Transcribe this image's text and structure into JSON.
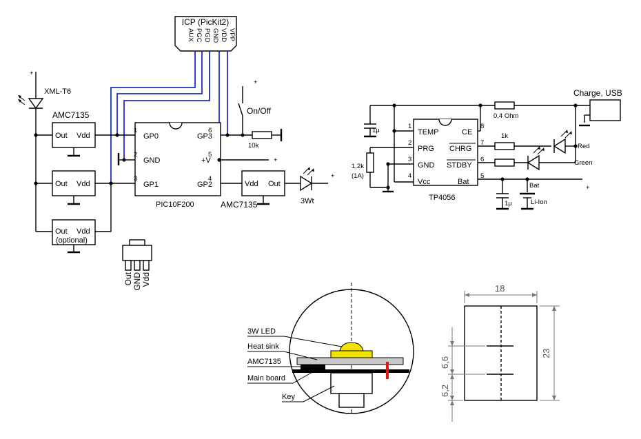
{
  "left_circuit": {
    "icp_label": "ICP (PicKit2)",
    "icp_pins": [
      "AUX",
      "PGC",
      "PGD",
      "GND",
      "VDD",
      "VPP"
    ],
    "led_label": "XML-T6",
    "driver_label": "AMC7135",
    "out": "Out",
    "vdd": "Vdd",
    "optional": "(optional)",
    "mcu_name": "PIC10F200",
    "gp0": "GP0",
    "gnd": "GND",
    "gp1": "GP1",
    "gp3": "GP3",
    "vplus": "+V",
    "gp2": "GP2",
    "pin1": "1",
    "pin2": "2",
    "pin3": "3",
    "pin4": "4",
    "pin5": "5",
    "pin6": "6",
    "switch_label": "On/Off",
    "resistor_label": "10k",
    "driver2_label": "AMC7135",
    "led2_label": "3Wt",
    "plus": "+",
    "package_pins": [
      "Out",
      "GND",
      "Vdd"
    ]
  },
  "right_circuit": {
    "ic_name": "TP4056",
    "temp": "TEMP",
    "prg": "PRG",
    "gnd": "GND",
    "vcc": "Vcc",
    "ce": "CE",
    "chrg": "CHRG",
    "stdby": "STDBY",
    "bat": "Bat",
    "p1": "1",
    "p2": "2",
    "p3": "3",
    "p4": "4",
    "p5": "5",
    "p6": "6",
    "p7": "7",
    "p8": "8",
    "cap1": "1μ",
    "r_prog_1": "1,2k",
    "r_prog_2": "(1A)",
    "r_ohm": "0,4 Ohm",
    "r_1k": "1k",
    "charge_label": "Charge, USB",
    "red": "Red",
    "green": "Green",
    "cap2": "1μ",
    "liion": "Li-Ion",
    "plus": "+"
  },
  "cross_section": {
    "labels": [
      "3W LED",
      "Heat sink",
      "AMC7135",
      "Main board",
      "Key"
    ],
    "colors": {
      "led": "#f3e300",
      "heatsink": "#c8c8c8",
      "board": "#000000",
      "marker": "#e01818"
    }
  },
  "dimensions": {
    "width": "18",
    "height": "23",
    "a": "6,6",
    "b": "6,2"
  }
}
